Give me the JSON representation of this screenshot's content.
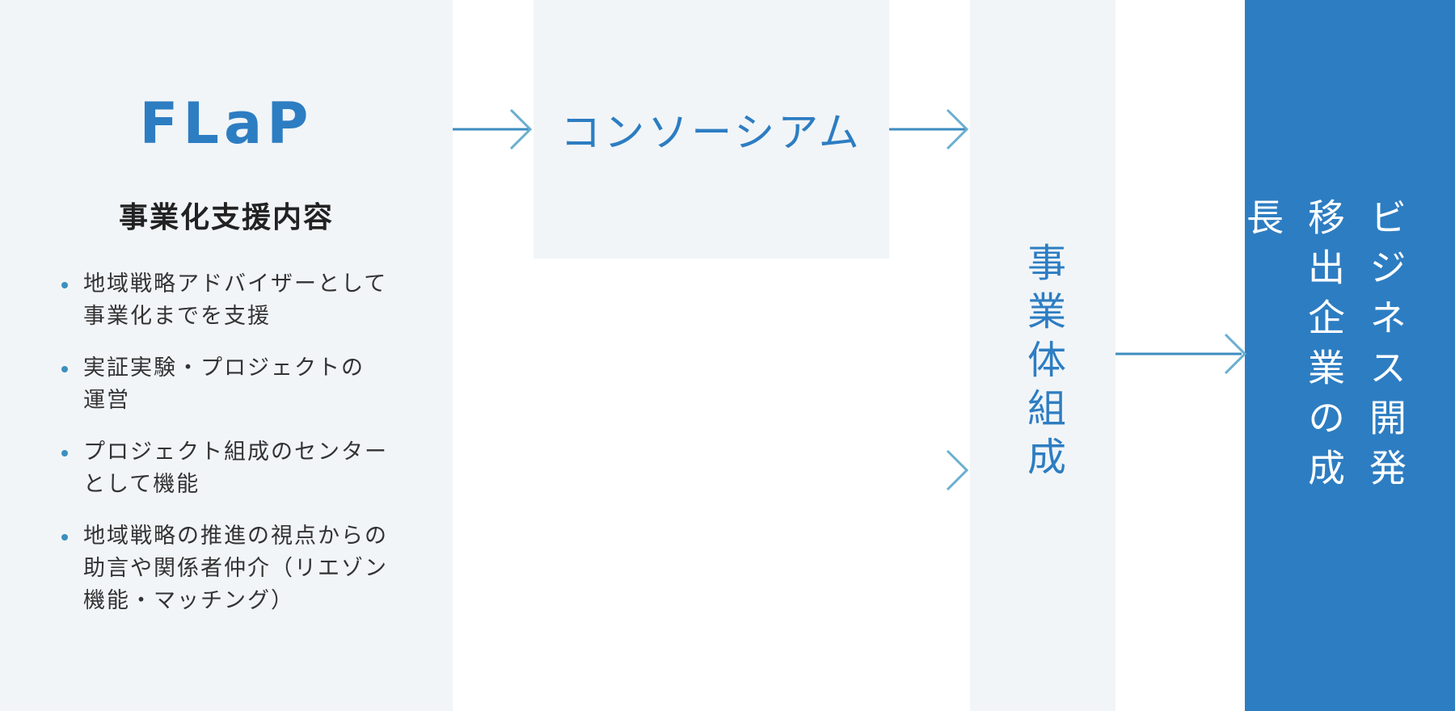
{
  "flap": {
    "title": "FLaP",
    "support_title": "事業化支援内容",
    "items": [
      "地域戦略アドバイザーとして\n事業化までを支援",
      "実証実験・プロジェクトの\n運営",
      "プロジェクト組成のセンター\nとして機能",
      "地域戦略の推進の視点からの\n助言や関係者仲介（リエゾン\n機能・マッチング）"
    ]
  },
  "consortium": {
    "label": "コンソーシアム"
  },
  "entity": {
    "label": "事業体組成"
  },
  "growth": {
    "lines": "ビジネス開発\n移出企業の成長"
  },
  "colors": {
    "accent": "#2d7dc2",
    "panel_bg": "#f1f5f8",
    "arrow_start": "#2d7dc2",
    "arrow_end": "#6aaed0"
  }
}
